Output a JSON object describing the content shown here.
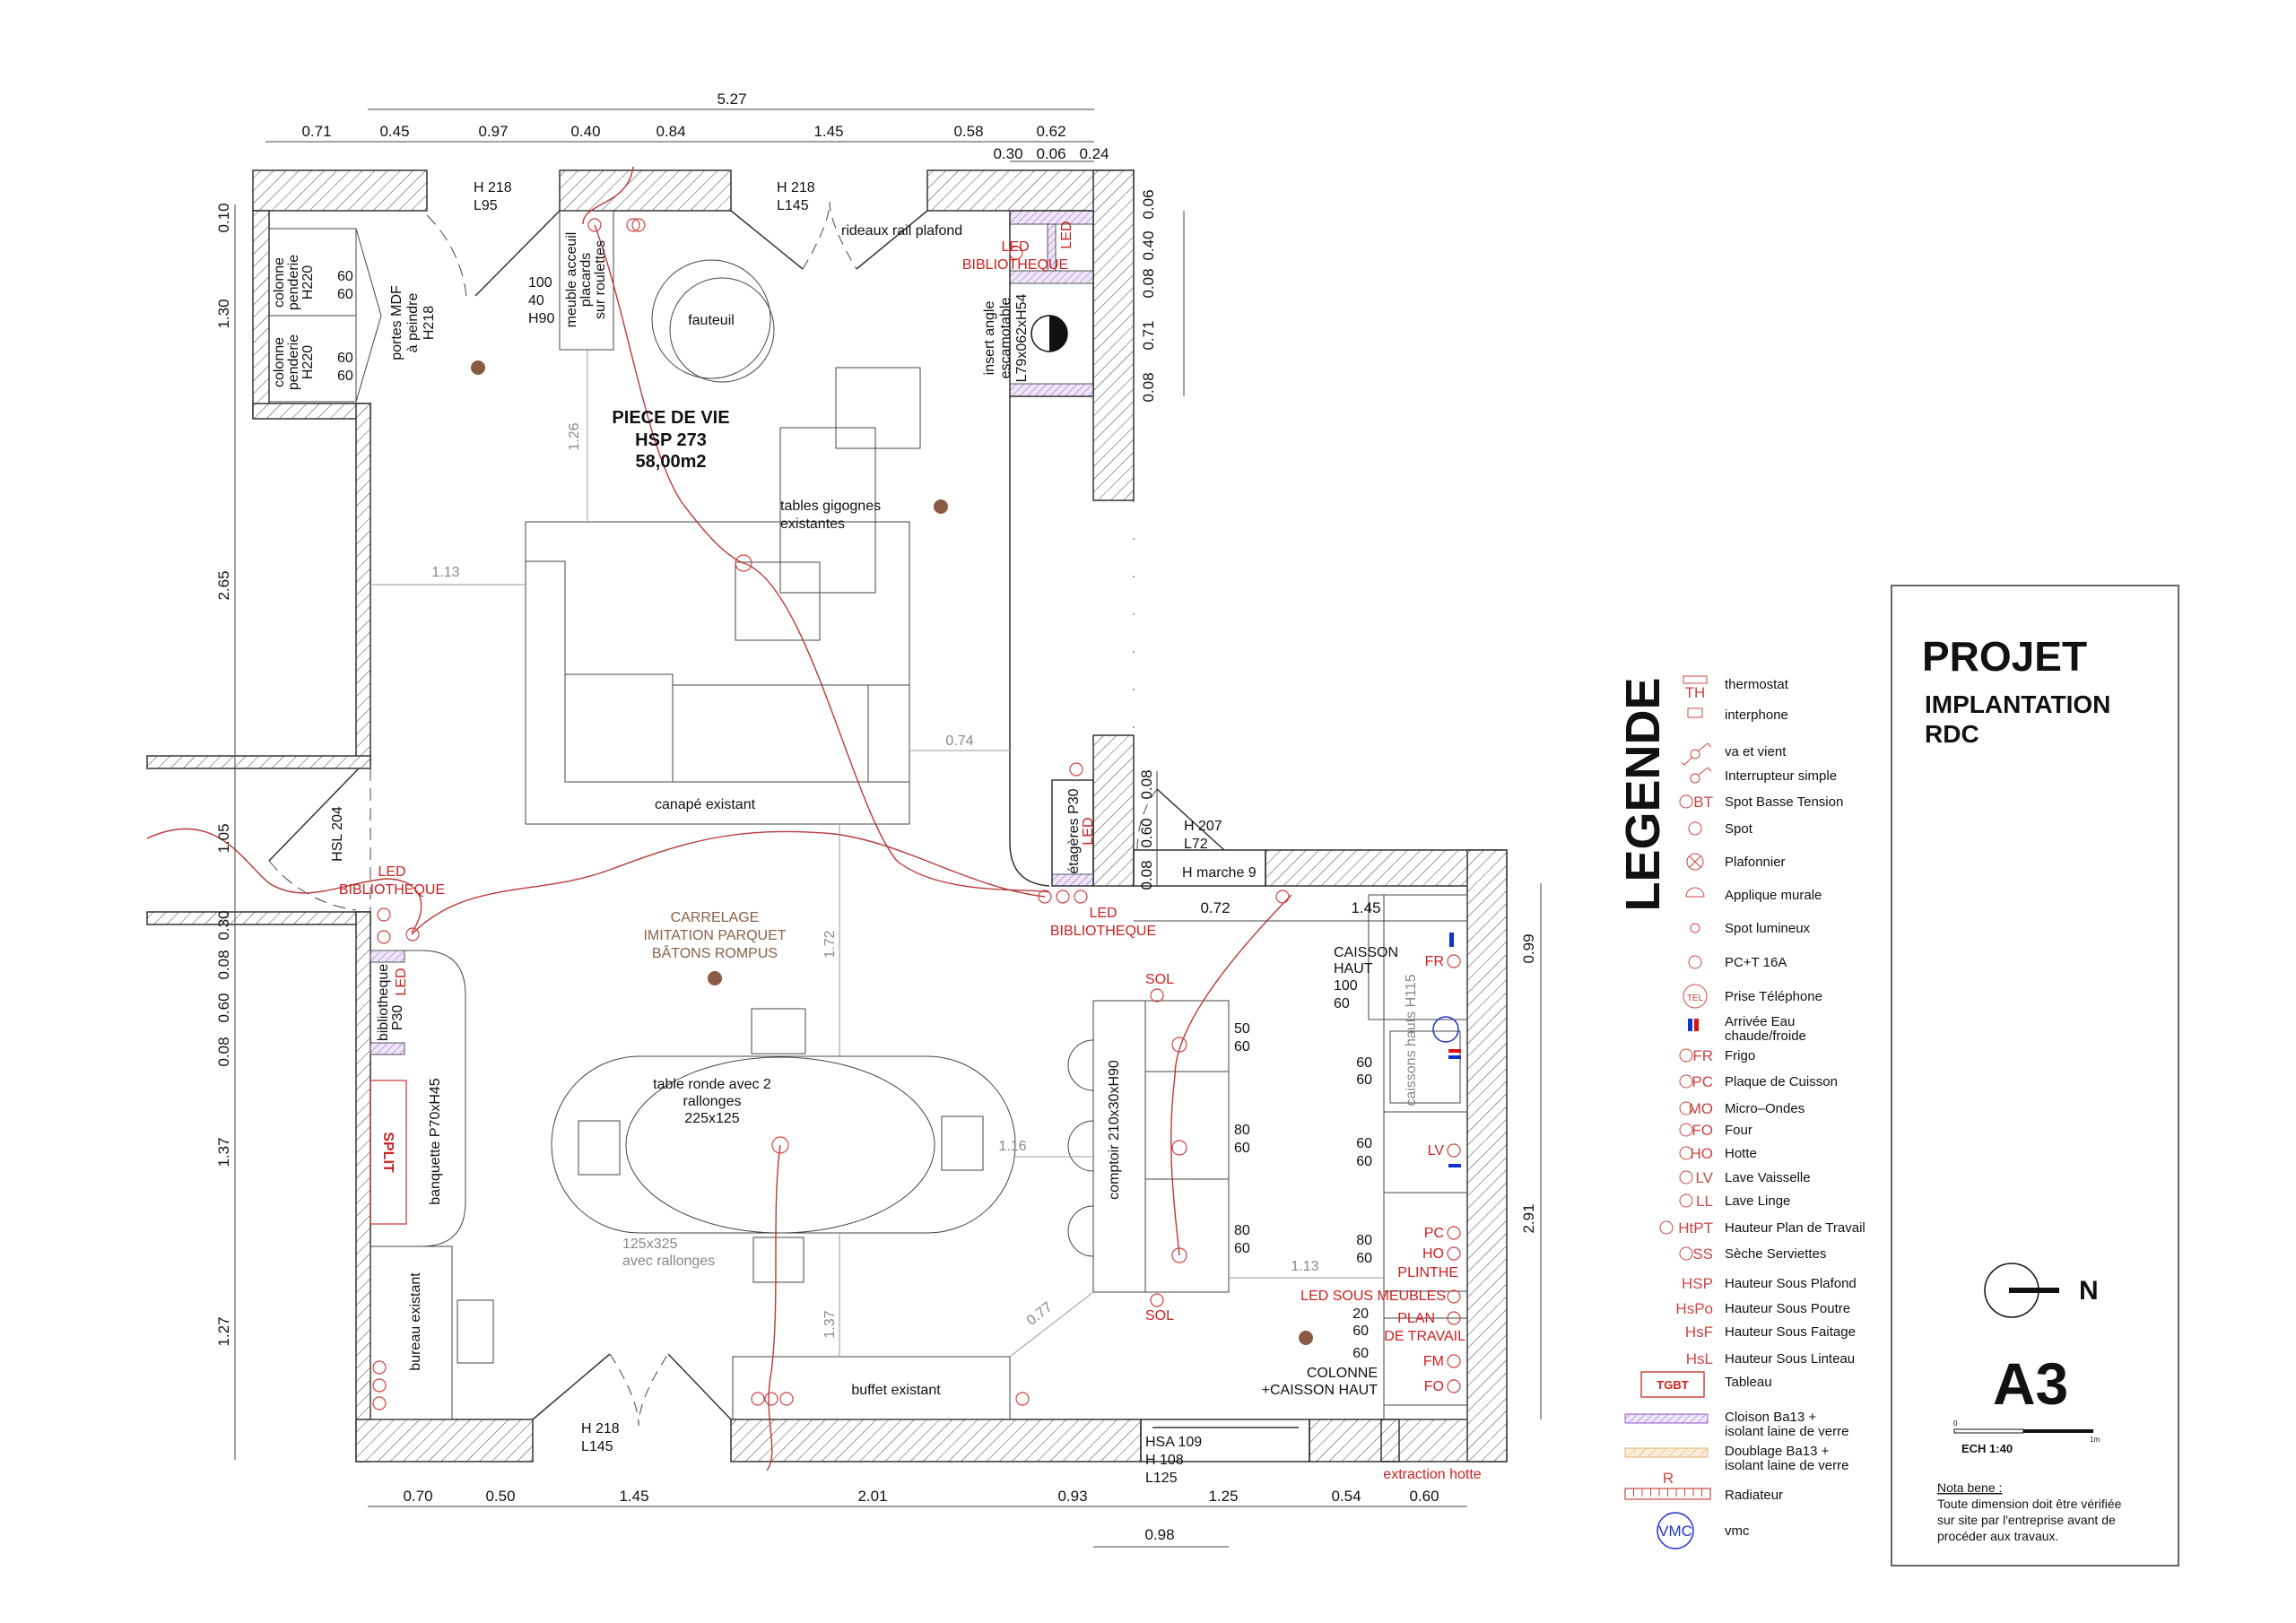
{
  "sheet": {
    "title": "PROJET",
    "subtitle1": "IMPLANTATION",
    "subtitle2": "RDC",
    "north": "N",
    "format": "A3",
    "scale_zero": "0",
    "scale_one": "1m",
    "scale": "ECH  1:40",
    "nota_title": "Nota bene :",
    "nota_lines": [
      "Toute dimension doit être vérifiée",
      "sur site par l'entreprise avant de",
      "procéder aux travaux."
    ]
  },
  "legend": {
    "title": "LEGENDE",
    "items": [
      {
        "code": "TH",
        "label": "thermostat"
      },
      {
        "code": "",
        "label": "interphone"
      },
      {
        "code": "",
        "label": "va  et  vient"
      },
      {
        "code": "",
        "label": "Interrupteur  simple"
      },
      {
        "code": "BT",
        "label": "Spot  Basse  Tension"
      },
      {
        "code": "",
        "label": "Spot"
      },
      {
        "code": "",
        "label": "Plafonnier"
      },
      {
        "code": "",
        "label": "Applique  murale"
      },
      {
        "code": "",
        "label": "Spot  lumineux"
      },
      {
        "code": "",
        "label": "PC+T  16A"
      },
      {
        "code": "TEL",
        "label": "Prise  Téléphone"
      },
      {
        "code": "",
        "label": "Arrivée  Eau",
        "label2": "chaude/froide"
      },
      {
        "code": "FR",
        "label": "Frigo"
      },
      {
        "code": "PC",
        "label": "Plaque  de  Cuisson"
      },
      {
        "code": "MO",
        "label": "Micro–Ondes"
      },
      {
        "code": "FO",
        "label": "Four"
      },
      {
        "code": "HO",
        "label": "Hotte"
      },
      {
        "code": "LV",
        "label": "Lave  Vaisselle"
      },
      {
        "code": "LL",
        "label": "Lave  Linge"
      },
      {
        "code": "HtPT",
        "label": "Hauteur  Plan  de  Travail"
      },
      {
        "code": "SS",
        "label": "Sèche  Serviettes"
      },
      {
        "code": "HSP",
        "label": "Hauteur  Sous  Plafond"
      },
      {
        "code": "HsPo",
        "label": "Hauteur  Sous  Poutre"
      },
      {
        "code": "HsF",
        "label": "Hauteur  Sous  Faitage"
      },
      {
        "code": "HsL",
        "label": "Hauteur  Sous  Linteau"
      },
      {
        "code": "TGBT",
        "label": "Tableau"
      },
      {
        "code": "",
        "label": "Cloison  Ba13    +",
        "label2": "isolant  laine  de  verre"
      },
      {
        "code": "",
        "label": "Doublage  Ba13    +",
        "label2": "isolant  laine  de  verre"
      },
      {
        "code": "R",
        "label": "Radiateur"
      },
      {
        "code": "VMC",
        "label": "vmc"
      }
    ],
    "colors": {
      "symbol": "#cc4444",
      "cloison": "#9b59d0",
      "doublage": "#e0b070",
      "vmc": "#2233cc",
      "hot": "#dd1111",
      "cold": "#1133cc"
    }
  },
  "dims": {
    "top": [
      "5.27",
      "0.71",
      "0.45",
      "0.97",
      "0.40",
      "0.84",
      "1.45",
      "0.58",
      "0.62",
      "0.30",
      "0.06",
      "0.24"
    ],
    "left": [
      "0.10",
      "1.30",
      "2.65",
      "1.05",
      "0.30",
      "0.08",
      "0.60",
      "0.08",
      "1.37",
      "1.27"
    ],
    "right_upper": [
      "0.06",
      "0.40",
      "0.08",
      "0.71",
      "0.08"
    ],
    "mid": [
      "0.08",
      "0.60",
      "0.08"
    ],
    "right": [
      "0.99",
      "2.91"
    ],
    "bottom": [
      "0.70",
      "0.50",
      "1.45",
      "2.01",
      "0.93",
      "1.25",
      "0.54",
      "0.60",
      "0.98"
    ],
    "interior": [
      "1.26",
      "1.13",
      "0.74",
      "1.72",
      "1.16",
      "1.13",
      "0.77",
      "1.37",
      "0.72",
      "1.45"
    ]
  },
  "plan": {
    "room": {
      "name": "PIECE DE VIE",
      "hsp": "HSP 273",
      "area": "58,00m2"
    },
    "door_top1": [
      "H 218",
      "L95"
    ],
    "door_top2": [
      "H 218",
      "L145"
    ],
    "door_bottom": [
      "H 218",
      "L145"
    ],
    "door_kitchen": [
      "H 207",
      "L72"
    ],
    "step": "H marche 9",
    "window": [
      "HSA 109",
      "H 108",
      "L125"
    ],
    "curtains": "rideaux rail plafond",
    "meuble_dims": [
      "100",
      "40",
      "H90"
    ],
    "meuble": [
      "meuble acceuil",
      "placards",
      "sur roulettes"
    ],
    "penderie": [
      "colonne",
      "penderie",
      "H220"
    ],
    "penderie_dims": [
      "60",
      "60"
    ],
    "portes": [
      "portes MDF",
      "à peindre",
      "H218"
    ],
    "fauteuil": "fauteuil",
    "tables": [
      "tables gigognes",
      "existantes"
    ],
    "canape": "canapé existant",
    "insert": [
      "insert angle",
      "escamotable",
      "L79x062xH54"
    ],
    "led": "LED",
    "led_biblio": [
      "LED",
      "BIBLIOTHEQUE"
    ],
    "etageres": "étagères P30",
    "hsl": "HSL 204",
    "floor": [
      "CARRELAGE",
      "IMITATION PARQUET",
      "BÂTONS ROMPUS"
    ],
    "biblio": [
      "bibliotheque",
      "P30"
    ],
    "split": "SPLIT",
    "banquette": "banquette P70xH45",
    "bureau": "bureau existant",
    "table": [
      "table ronde avec 2",
      "rallonges",
      "225x125"
    ],
    "table_ext": [
      "125x325",
      "avec rallonges"
    ],
    "buffet": "buffet existant",
    "extraction": "extraction hotte",
    "comptoir": "comptoir 210x30xH90",
    "sol": "SOL",
    "island_dims": [
      "50",
      "60",
      "80",
      "60",
      "80",
      "60"
    ],
    "caisson": [
      "CAISSON",
      "HAUT",
      "100",
      "60"
    ],
    "caissons_hauts": "caissons hauts H115",
    "kitchen_dims": [
      "60",
      "60",
      "60",
      "60",
      "80",
      "60",
      "20",
      "60",
      "60"
    ],
    "codes": {
      "fr": "FR",
      "lv": "LV",
      "pc": "PC",
      "ho": "HO",
      "fm": "FM",
      "fo": "FO"
    },
    "plinthe": "PLINTHE",
    "led_sous_meubles": "LED SOUS MEUBLES",
    "plan_travail": [
      "PLAN",
      "DE TRAVAIL"
    ],
    "colonne": [
      "COLONNE",
      "+CAISSON HAUT"
    ]
  }
}
